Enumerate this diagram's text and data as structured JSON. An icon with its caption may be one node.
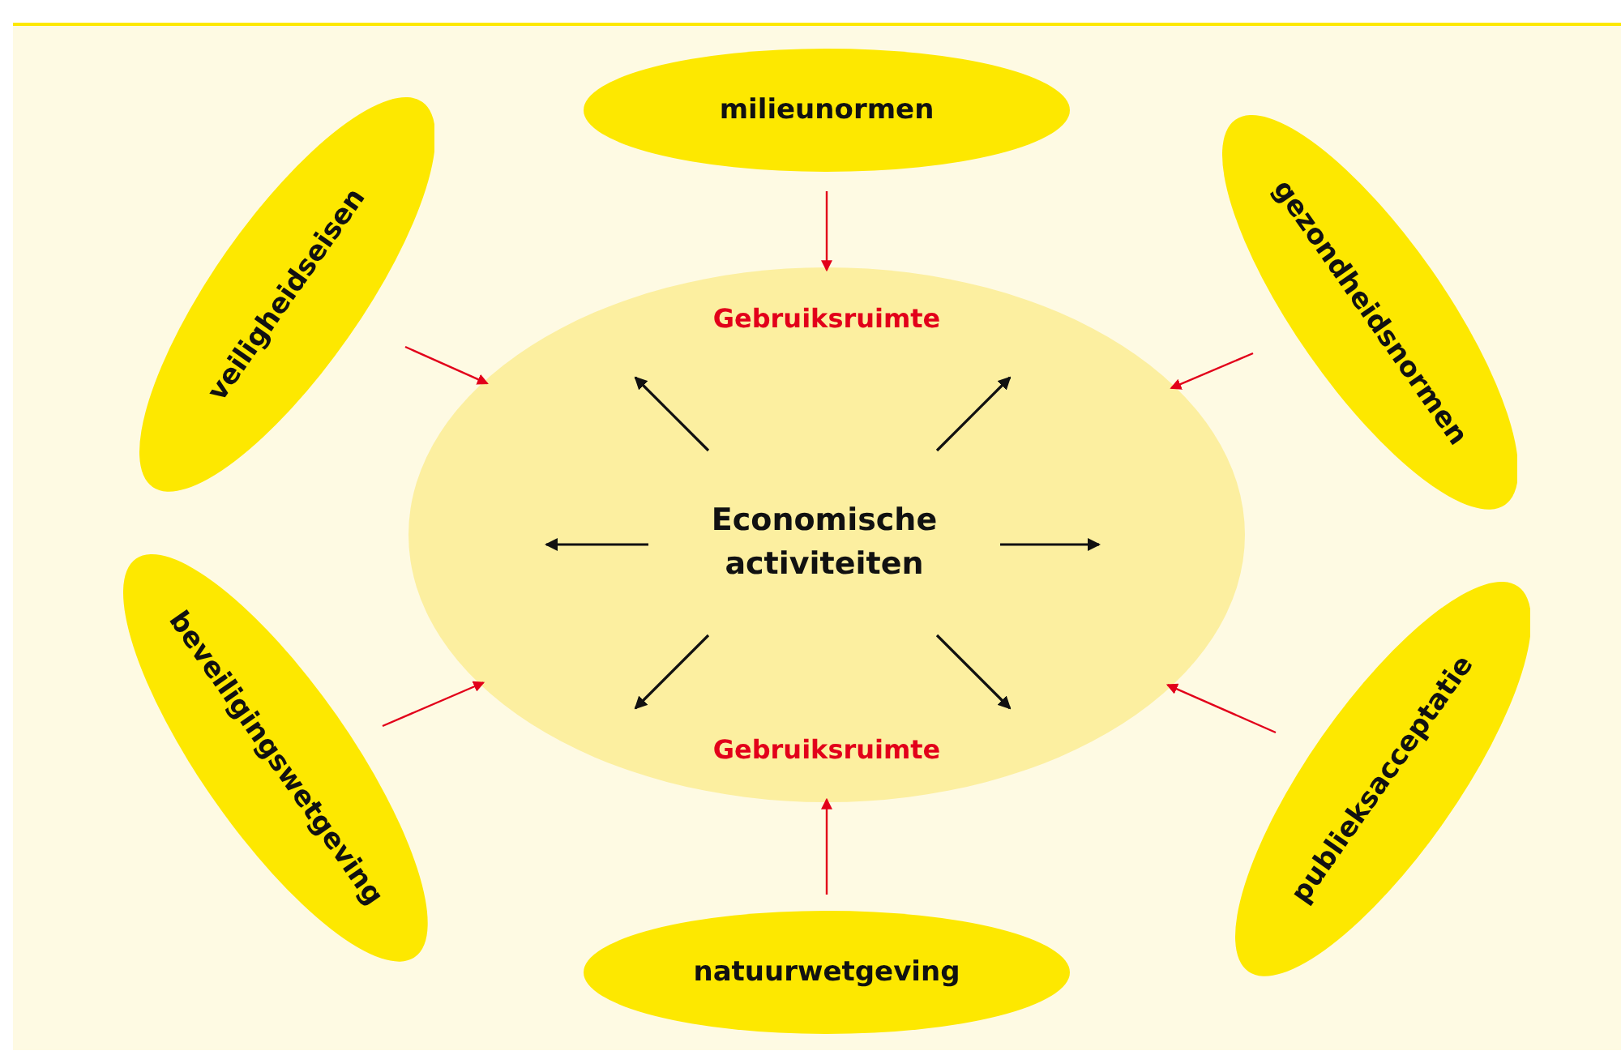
{
  "diagram": {
    "nodes": [
      {
        "text": [
          "Gebruiksruimte",
          "Gebruiksruimte"
        ]
      },
      {
        "text": [
          "Economische activiteiten"
        ],
        "in": 0
      },
      {
        "text": [
          "milieunormen"
        ]
      },
      {
        "text": [
          "veiligheidseisen"
        ]
      },
      {
        "text": [
          "gezondheidsnormen"
        ]
      },
      {
        "text": [
          "beveiligingswetgeving"
        ]
      },
      {
        "text": [
          "publieksacceptatie"
        ]
      },
      {
        "text": [
          "natuurwetgeving"
        ]
      }
    ],
    "edges": [
      {
        "from": 2,
        "to": 0,
        "arrow": "to",
        "color": "#e2001a"
      },
      {
        "from": 3,
        "to": 0,
        "arrow": "to",
        "color": "#e2001a"
      },
      {
        "from": 4,
        "to": 0,
        "arrow": "to",
        "color": "#e2001a"
      },
      {
        "from": 5,
        "to": 0,
        "arrow": "to",
        "color": "#e2001a"
      },
      {
        "from": 6,
        "to": 0,
        "arrow": "to",
        "color": "#e2001a"
      },
      {
        "from": 7,
        "to": 0,
        "arrow": "to",
        "color": "#e2001a"
      }
    ]
  }
}
